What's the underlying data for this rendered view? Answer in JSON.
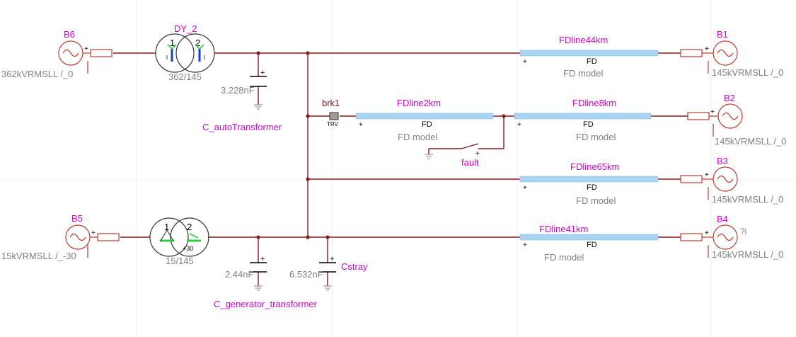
{
  "sources": [
    {
      "name": "B6",
      "rating": "362kVRMSLL /_0"
    },
    {
      "name": "B1",
      "rating": "145kVRMSLL /_0"
    },
    {
      "name": "B2",
      "rating": "145kVRMSLL /_0"
    },
    {
      "name": "B3",
      "rating": "145kVRMSLL /_0"
    },
    {
      "name": "B4",
      "rating": "145kVRMSLL /_0",
      "note": "?i"
    },
    {
      "name": "B5",
      "rating": "15kVRMSLL /_-30"
    }
  ],
  "transformers": [
    {
      "name": "DY_2",
      "ratio": "362/145",
      "w1": "1",
      "w2": "2"
    },
    {
      "ratio": "15/145",
      "w1": "1",
      "w2": "2",
      "phase": "+30"
    }
  ],
  "capacitors": [
    {
      "name": "C_autoTransformer",
      "value": "3.228nF"
    },
    {
      "name": "C_generator_transformer",
      "value": "2.44nF"
    },
    {
      "name": "Cstray",
      "value": "6.532nF"
    }
  ],
  "lines": [
    {
      "name": "FDline44km",
      "tag": "FD",
      "model": "FD model"
    },
    {
      "name": "FDline2km",
      "tag": "FD",
      "model": "FD model"
    },
    {
      "name": "FDline8km",
      "tag": "FD",
      "model": "FD model"
    },
    {
      "name": "FDline65km",
      "tag": "FD",
      "model": "FD model"
    },
    {
      "name": "FDline41km",
      "tag": "FD",
      "model": "FD model"
    }
  ],
  "breaker": {
    "name": "brk1",
    "tag": "TRV"
  },
  "fault": {
    "name": "fault"
  },
  "polarity": {
    "plus": "+"
  },
  "colors": {
    "label": "#d400d4",
    "wire": "#8b1a1a",
    "device": "#c0392b",
    "line_fill": "#a9d4f2",
    "model_text": "#808080"
  }
}
